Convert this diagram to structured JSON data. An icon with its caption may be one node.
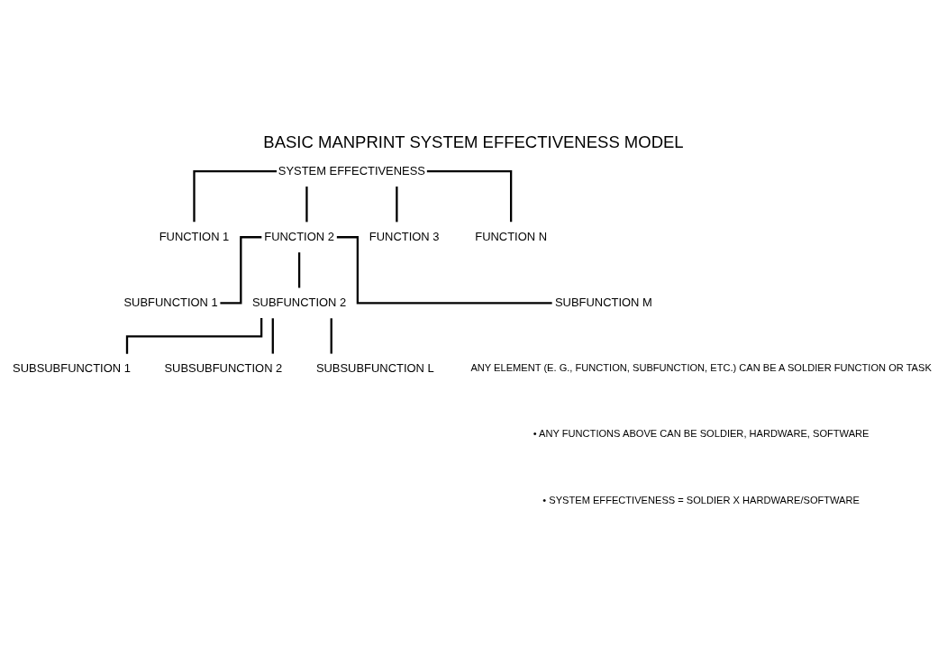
{
  "diagram": {
    "title": "BASIC MANPRINT SYSTEM EFFECTIVENESS MODEL",
    "nodes": [
      {
        "text": [
          "SYSTEM EFFECTIVENESS"
        ]
      },
      {
        "text": [
          "FUNCTION 1"
        ]
      },
      {
        "text": [
          "FUNCTION 2"
        ]
      },
      {
        "text": [
          "FUNCTION 3"
        ]
      },
      {
        "text": [
          "FUNCTION N"
        ]
      },
      {
        "text": [
          "SUBFUNCTION 1"
        ]
      },
      {
        "text": [
          "SUBFUNCTION 2"
        ]
      },
      {
        "text": [
          "SUBFUNCTION M"
        ]
      },
      {
        "text": [
          "SUBSUBFUNCTION 1"
        ]
      },
      {
        "text": [
          "SUBSUBFUNCTION 2"
        ]
      },
      {
        "text": [
          "SUBSUBFUNCTION L"
        ]
      }
    ],
    "edges": [
      {
        "from": 0,
        "to": 1,
        "arrow": "none"
      },
      {
        "from": 0,
        "to": 2,
        "arrow": "none"
      },
      {
        "from": 0,
        "to": 3,
        "arrow": "none"
      },
      {
        "from": 0,
        "to": 4,
        "arrow": "none"
      },
      {
        "from": 2,
        "to": 5,
        "arrow": "none"
      },
      {
        "from": 2,
        "to": 6,
        "arrow": "none"
      },
      {
        "from": 2,
        "to": 7,
        "arrow": "none"
      },
      {
        "from": 6,
        "to": 8,
        "arrow": "none"
      },
      {
        "from": 6,
        "to": 9,
        "arrow": "none"
      },
      {
        "from": 6,
        "to": 10,
        "arrow": "none"
      }
    ],
    "labels": [
      "ANY ELEMENT (E. G., FUNCTION, SUBFUNCTION, ETC.) CAN BE A SOLDIER FUNCTION OR TASK",
      "• ANY FUNCTIONS ABOVE CAN BE SOLDIER, HARDWARE, SOFTWARE",
      "• SYSTEM EFFECTIVENESS = SOLDIER X HARDWARE/SOFTWARE"
    ]
  }
}
